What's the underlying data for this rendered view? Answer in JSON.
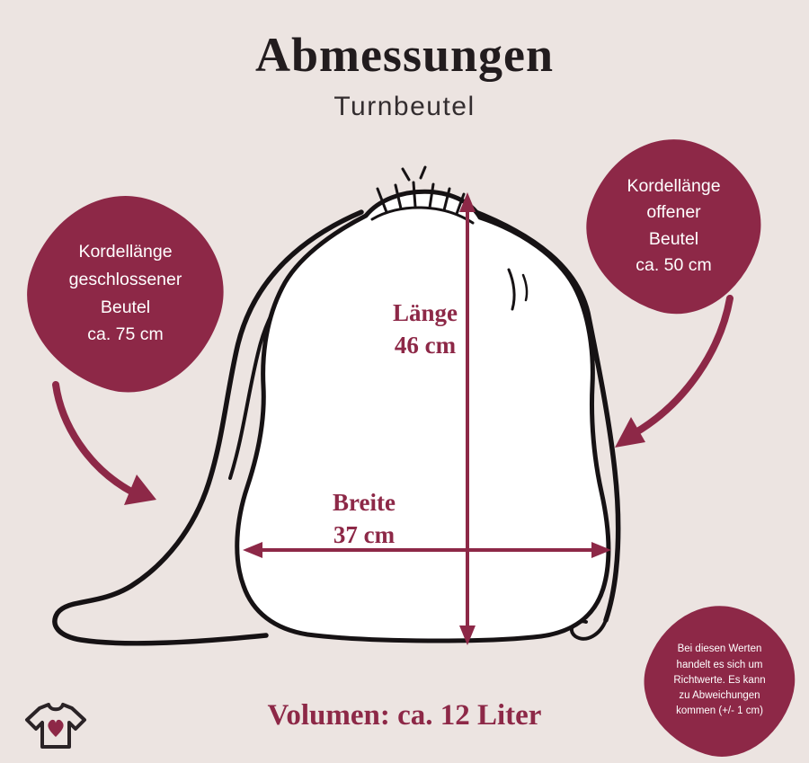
{
  "colors": {
    "background": "#ece4e1",
    "accent": "#8d2847",
    "ink": "#1b1517",
    "badge_text": "#ffffff"
  },
  "header": {
    "title": "Abmessungen",
    "subtitle": "Turnbeutel"
  },
  "badges": {
    "left": {
      "lines": [
        "Kordellänge",
        "geschlossener",
        "Beutel",
        "ca. 75 cm"
      ]
    },
    "right": {
      "lines": [
        "Kordellänge",
        "offener",
        "Beutel",
        "ca. 50 cm"
      ]
    },
    "note": {
      "lines": [
        "Bei diesen Werten",
        "handelt es sich um",
        "Richtwerte. Es kann",
        "zu Abweichungen",
        "kommen (+/- 1 cm)"
      ]
    }
  },
  "dimensions": {
    "length": {
      "label": "Länge",
      "value": "46 cm"
    },
    "width": {
      "label": "Breite",
      "value": "37 cm"
    }
  },
  "footer": {
    "volume": "Volumen: ca. 12 Liter"
  },
  "icons": {
    "logo": "shirt-heart-logo",
    "bag": "drawstring-bag-illustration",
    "arrows": [
      "length-arrow",
      "width-arrow",
      "pointer-arrow-left",
      "pointer-arrow-right"
    ]
  }
}
